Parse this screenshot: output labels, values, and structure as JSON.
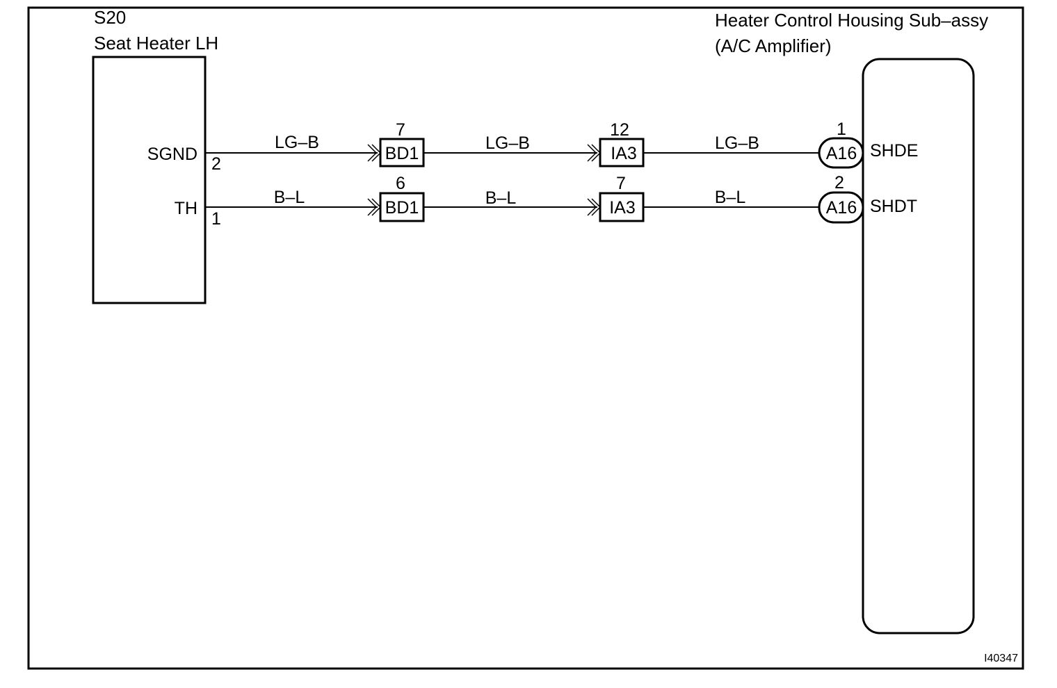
{
  "left_component": {
    "code": "S20",
    "name": "Seat Heater LH",
    "pins": [
      {
        "name": "SGND",
        "number": "2"
      },
      {
        "name": "TH",
        "number": "1"
      }
    ]
  },
  "right_component": {
    "name_line1": "Heater Control Housing Sub–assy",
    "name_line2": "(A/C Amplifier)",
    "pins": [
      {
        "name": "SHDE",
        "number": "1",
        "connector": "A16"
      },
      {
        "name": "SHDT",
        "number": "2",
        "connector": "A16"
      }
    ]
  },
  "wires": [
    {
      "segments": [
        "LG–B",
        "LG–B",
        "LG–B"
      ],
      "connector1": {
        "id": "BD1",
        "pin": "7"
      },
      "connector2": {
        "id": "IA3",
        "pin": "12"
      }
    },
    {
      "segments": [
        "B–L",
        "B–L",
        "B–L"
      ],
      "connector1": {
        "id": "BD1",
        "pin": "6"
      },
      "connector2": {
        "id": "IA3",
        "pin": "7"
      }
    }
  ],
  "figure_id": "I40347"
}
